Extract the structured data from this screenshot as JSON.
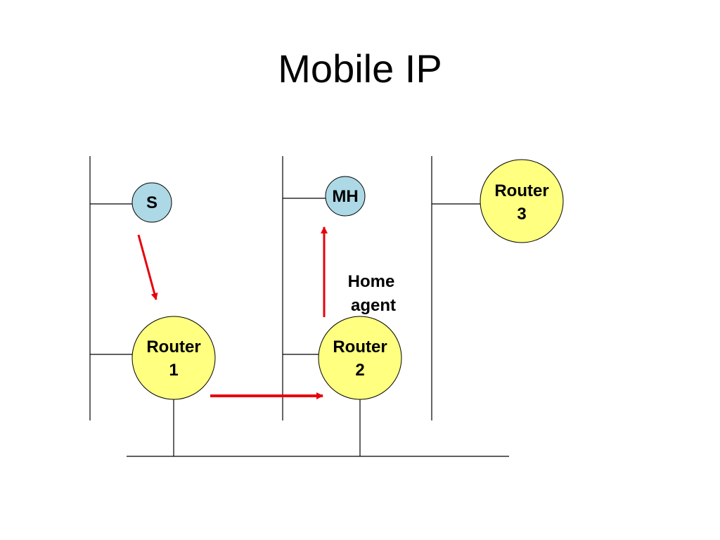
{
  "title": "Mobile IP",
  "nodes": {
    "s": {
      "label": "S"
    },
    "mh": {
      "label": "MH"
    },
    "router1": {
      "line1": "Router",
      "line2": "1"
    },
    "router2": {
      "line1": "Router",
      "line2": "2"
    },
    "router3": {
      "line1": "Router",
      "line2": "3"
    }
  },
  "annotations": {
    "home_agent_line1": "Home",
    "home_agent_line2": "agent"
  },
  "colors": {
    "host_fill": "#add8e6",
    "router_fill": "#ffff80",
    "arrow": "#e8000b",
    "line": "#000000"
  }
}
